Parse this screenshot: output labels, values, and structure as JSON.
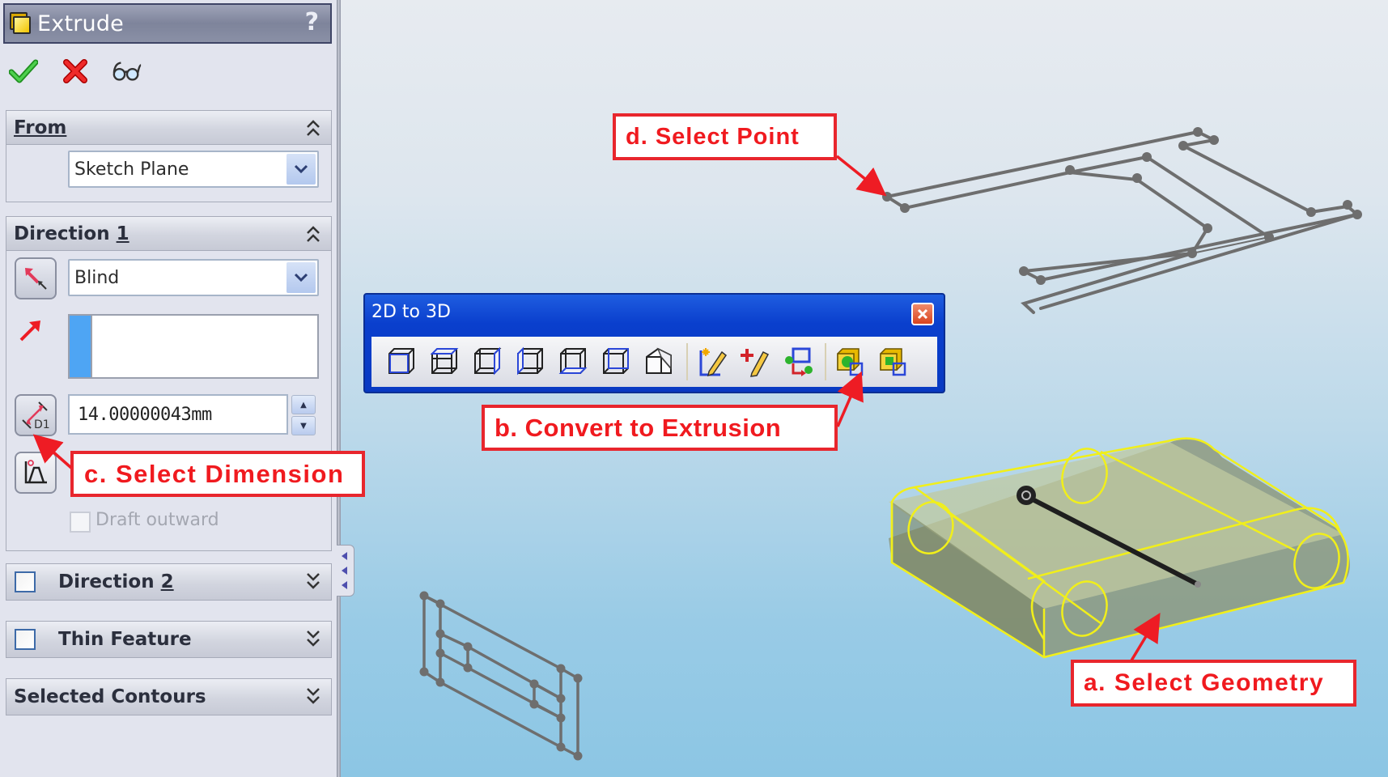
{
  "property_manager": {
    "title": "Extrude",
    "help": "?",
    "actions": [
      {
        "name": "ok",
        "icon": "checkmark-icon"
      },
      {
        "name": "cancel",
        "icon": "x-icon"
      },
      {
        "name": "detailed-preview",
        "icon": "glasses-icon"
      }
    ],
    "from": {
      "header": "From",
      "value": "Sketch Plane"
    },
    "direction1": {
      "header_prefix": "Direction ",
      "header_num": "1",
      "end_condition": "Blind",
      "depth": "14.00000043mm",
      "draft_outward_label": "Draft outward"
    },
    "direction2": {
      "header_prefix": "Direction ",
      "header_num": "2"
    },
    "thin_feature": {
      "header": "Thin Feature"
    },
    "selected_contours": {
      "header": "Selected Contours"
    }
  },
  "toolbar_2d_to_3d": {
    "title": "2D to 3D",
    "buttons": [
      {
        "name": "front",
        "icon": "front-view-icon"
      },
      {
        "name": "top",
        "icon": "top-view-icon"
      },
      {
        "name": "right",
        "icon": "right-view-icon"
      },
      {
        "name": "left",
        "icon": "left-view-icon"
      },
      {
        "name": "bottom",
        "icon": "bottom-view-icon"
      },
      {
        "name": "back",
        "icon": "back-view-icon"
      },
      {
        "name": "auxiliary",
        "icon": "auxiliary-view-icon"
      },
      {
        "name": "create-sketch",
        "icon": "new-sketch-icon"
      },
      {
        "name": "repair-sketch",
        "icon": "repair-sketch-icon"
      },
      {
        "name": "align-sketch",
        "icon": "align-sketch-icon"
      },
      {
        "name": "extrude",
        "icon": "extrude-icon"
      },
      {
        "name": "cut",
        "icon": "cut-icon"
      }
    ]
  },
  "callouts": {
    "a": "a. Select Geometry",
    "b": "b. Convert to Extrusion",
    "c": "c. Select Dimension",
    "d": "d. Select Point"
  },
  "colors": {
    "callout_red": "#e8262d",
    "toolbar_blue": "#0a3fcd",
    "model_yellow": "#f3f000",
    "sketch_gray": "#6f6f6f"
  }
}
